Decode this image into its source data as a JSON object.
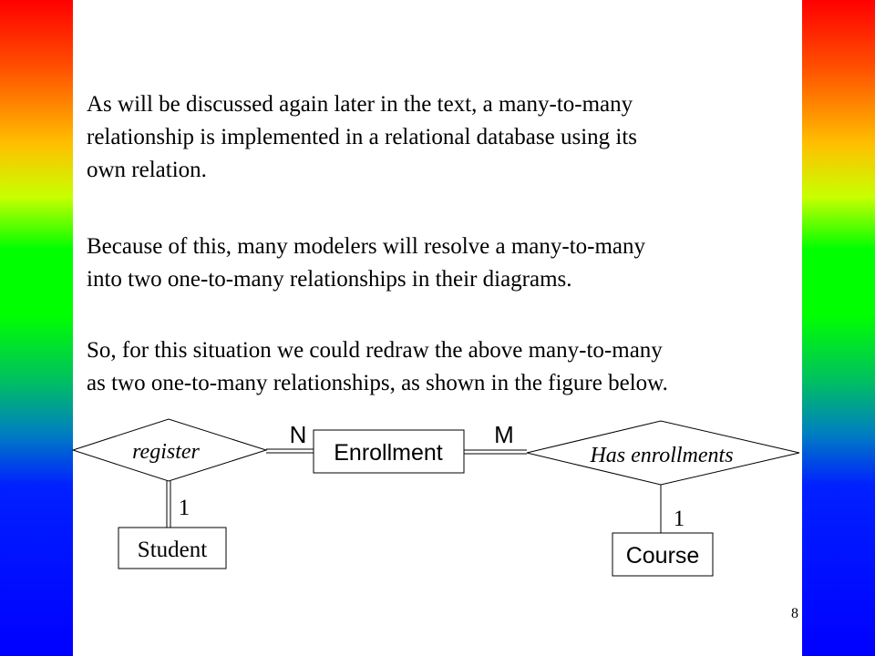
{
  "slide": {
    "page_number": "8",
    "paragraphs": [
      {
        "lines": [
          "As will be discussed again later in the text, a many-to-many",
          "relationship is implemented in a relational database using its",
          "own relation."
        ]
      },
      {
        "lines": [
          "Because of this, many modelers will resolve a many-to-many",
          "into two one-to-many relationships in their diagrams."
        ]
      },
      {
        "lines": [
          "So, for this situation we could redraw the above many-to-many",
          "as two one-to-many relationships, as shown in the figure below."
        ]
      }
    ]
  },
  "diagram": {
    "entities": {
      "enrollment": "Enrollment",
      "student": "Student",
      "course": "Course"
    },
    "relationships": {
      "register": "register",
      "has_enrollments": "Has enrollments"
    },
    "cardinalities": {
      "register_enrollment": "N",
      "has_enrollments_enrollment": "M",
      "register_student": "1",
      "has_enrollments_course": "1"
    }
  },
  "colors": {
    "bar_top": "#ff0000",
    "bar_middle": "#00ff00",
    "bar_bottom": "#0000ff"
  }
}
